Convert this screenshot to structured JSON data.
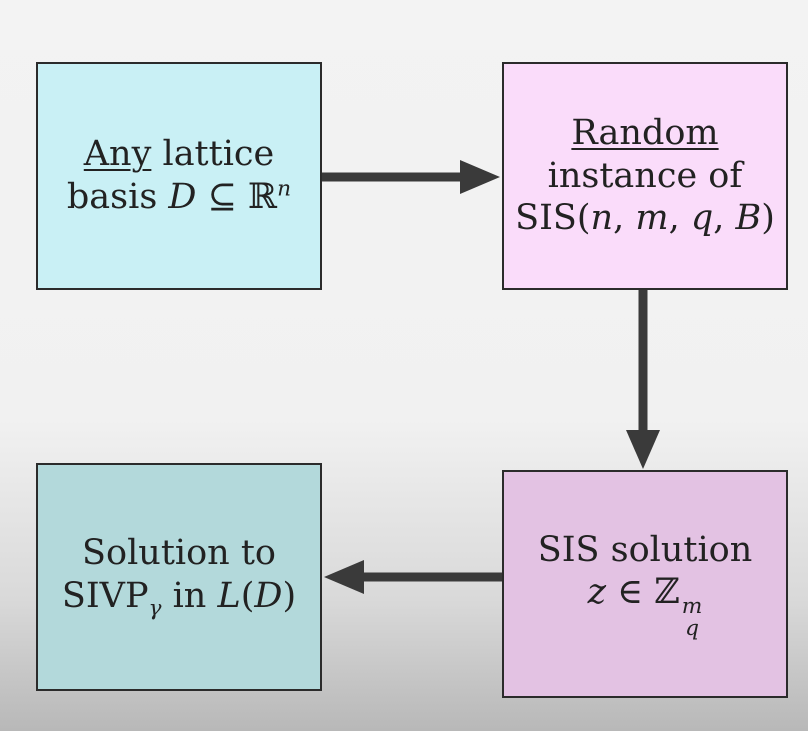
{
  "boxes": {
    "basis": {
      "any": "Any",
      "lattice": " lattice",
      "basis_word": "basis ",
      "D": "D",
      "subseteq": " ⊆ ",
      "R": "ℝ",
      "n": "n"
    },
    "random_instance": {
      "random": "Random",
      "instance_of": "instance of",
      "sis": "SIS(",
      "n": "n",
      "m": "m",
      "q": "q",
      "B": "B",
      "comma": ", ",
      "close": ")"
    },
    "sis_solution": {
      "title": "SIS solution",
      "z": "z",
      "in": " ∈ ",
      "Z": "ℤ",
      "m": "m",
      "q": "q"
    },
    "sivp_solution": {
      "title": "Solution to",
      "sivp": "SIVP",
      "gamma": "γ",
      "in_word": " in ",
      "L": "L",
      "open": "(",
      "D": "D",
      "close": ")"
    }
  },
  "colors": {
    "cyan_box": "#c9f0f5",
    "pink_box": "#fadcfa",
    "mauve_box": "#e3c2e3",
    "teal_box": "#b3d9db",
    "arrow": "#3a3a3a"
  }
}
